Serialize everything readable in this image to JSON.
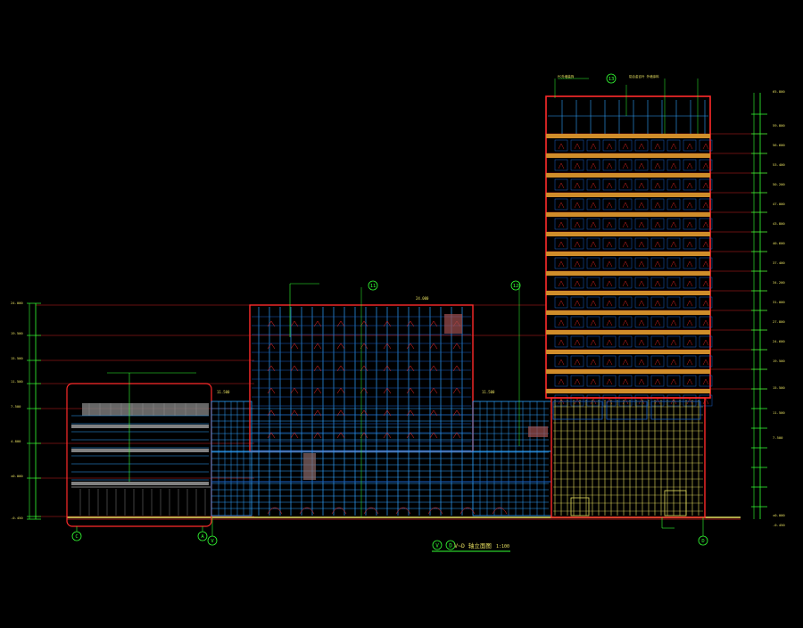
{
  "drawing": {
    "title": "V~D 轴立面图",
    "scale": "1:100",
    "axis_start": "V",
    "axis_end": "D"
  },
  "axis_bubbles": [
    "C",
    "A",
    "V",
    "D",
    "13",
    "11",
    "12"
  ],
  "left_elevations": [
    "24.000",
    "19.500",
    "15.500",
    "11.500",
    "7.500",
    "4.800",
    "±0.000",
    "-0.450"
  ],
  "right_elevations": [
    "65.800",
    "59.800",
    "56.600",
    "53.400",
    "50.200",
    "47.000",
    "43.800",
    "40.600",
    "37.400",
    "34.200",
    "31.000",
    "27.800",
    "24.600",
    "19.500",
    "15.500",
    "11.500",
    "7.500",
    "±0.000",
    "-0.450"
  ],
  "labels": {
    "mid_top": "24.000",
    "left_block": "11.500",
    "right_low": "11.500",
    "tower_note_1": "PC外墙装饰",
    "tower_note_2": "铝合金百叶 外墙涂料"
  },
  "colors": {
    "background": "#000000",
    "outline": "#ff2a2a",
    "curtain": "#2fa3ff",
    "glass": "#1a62c8",
    "floor": "#d08d2a",
    "dim": "#33ff33",
    "level": "#cc2222",
    "frame": "#e8e060",
    "grey": "#808080"
  }
}
